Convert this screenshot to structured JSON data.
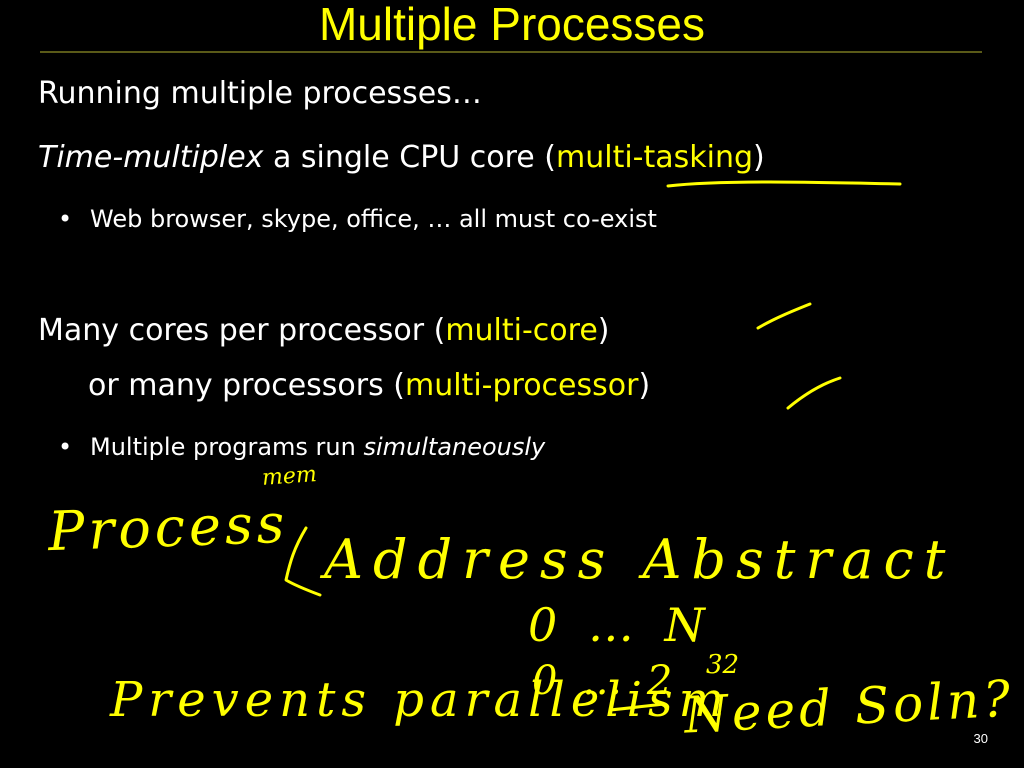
{
  "slide": {
    "title": "Multiple Processes",
    "page_number": "30",
    "colors": {
      "background": "#000000",
      "text": "#ffffff",
      "accent": "#ffff00"
    }
  },
  "content": {
    "line1": "Running multiple processes…",
    "line2": {
      "italic": "Time-multiplex",
      "text": " a single CPU core (",
      "highlight": "multi-tasking",
      "close": ")"
    },
    "bullet1": {
      "marker": "•",
      "text": "Web browser, skype, office, … all must co-exist"
    },
    "line3": {
      "text": "Many cores per processor (",
      "highlight": "multi-core",
      "close": ")"
    },
    "line4": {
      "text": "or many processors (",
      "highlight": "multi-processor",
      "close": ")"
    },
    "bullet2": {
      "marker": "•",
      "text": "Multiple programs run ",
      "italic": "simultaneously"
    }
  },
  "handwriting": {
    "mem": "mem",
    "process": "Process",
    "address_abstract": "Address Abstract",
    "range1": "0 … N",
    "range2": "0 … 2",
    "exponent": "32",
    "prevents": "Prevents parallelism",
    "need": "Need Soln?"
  }
}
